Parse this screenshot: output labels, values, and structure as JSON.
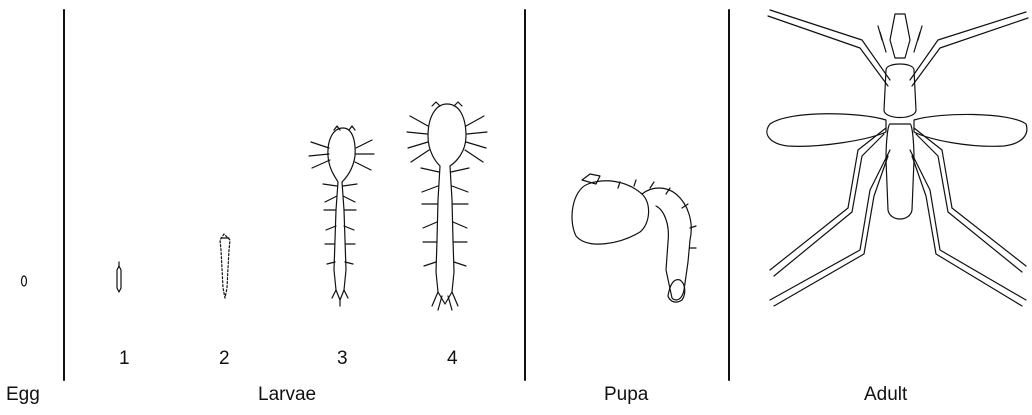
{
  "labels": {
    "egg": "Egg",
    "larvae": "Larvae",
    "pupa": "Pupa",
    "adult": "Adult"
  },
  "instars": [
    "1",
    "2",
    "3",
    "4"
  ],
  "stroke_color": "#111111",
  "background": "#ffffff"
}
